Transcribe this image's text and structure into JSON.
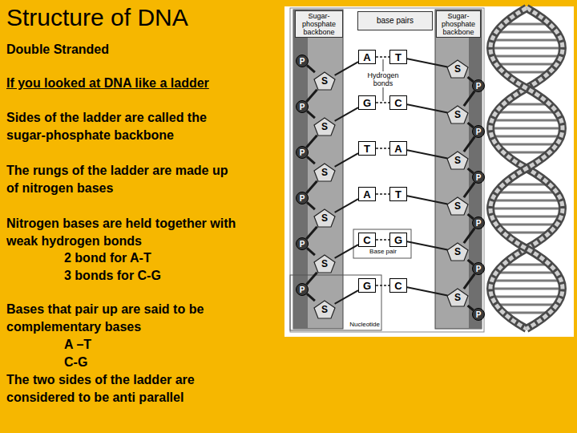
{
  "diagram": {
    "title": "Structure of DNA",
    "nodes": [
      {
        "text": [
          "Sugar-phosphate backbone"
        ]
      },
      {
        "text": [
          "base pairs"
        ]
      },
      {
        "text": [
          "Sugar-phosphate backbone"
        ]
      },
      {
        "text": [
          "P"
        ]
      },
      {
        "text": [
          "S"
        ]
      },
      {
        "text": [
          "A"
        ]
      },
      {
        "text": [
          "T"
        ]
      },
      {
        "text": [
          "S"
        ]
      },
      {
        "text": [
          "P"
        ]
      },
      {
        "text": [
          "P"
        ]
      },
      {
        "text": [
          "S"
        ]
      },
      {
        "text": [
          "G"
        ]
      },
      {
        "text": [
          "C"
        ]
      },
      {
        "text": [
          "S"
        ]
      },
      {
        "text": [
          "P"
        ]
      },
      {
        "text": [
          "P"
        ]
      },
      {
        "text": [
          "S"
        ]
      },
      {
        "text": [
          "T"
        ]
      },
      {
        "text": [
          "A"
        ]
      },
      {
        "text": [
          "S"
        ]
      },
      {
        "text": [
          "P"
        ]
      },
      {
        "text": [
          "P"
        ]
      },
      {
        "text": [
          "S"
        ]
      },
      {
        "text": [
          "A"
        ]
      },
      {
        "text": [
          "T"
        ]
      },
      {
        "text": [
          "S"
        ]
      },
      {
        "text": [
          "P"
        ]
      },
      {
        "text": [
          "P"
        ]
      },
      {
        "text": [
          "S"
        ]
      },
      {
        "text": [
          "C"
        ]
      },
      {
        "text": [
          "G"
        ]
      },
      {
        "text": [
          "S"
        ]
      },
      {
        "text": [
          "P"
        ]
      },
      {
        "text": [
          "P"
        ]
      },
      {
        "text": [
          "S"
        ]
      },
      {
        "text": [
          "G"
        ]
      },
      {
        "text": [
          "C"
        ]
      },
      {
        "text": [
          "S"
        ]
      },
      {
        "text": [
          "P"
        ]
      }
    ],
    "edges": [
      {
        "from": 3,
        "to": 4,
        "arrow": "none"
      },
      {
        "from": 4,
        "to": 5,
        "arrow": "none"
      },
      {
        "from": 5,
        "to": 6,
        "arrow": "none"
      },
      {
        "from": 6,
        "to": 7,
        "arrow": "none"
      },
      {
        "from": 7,
        "to": 8,
        "arrow": "none"
      },
      {
        "from": 4,
        "to": 9,
        "arrow": "none"
      },
      {
        "from": 8,
        "to": 13,
        "arrow": "none"
      },
      {
        "from": 9,
        "to": 10,
        "arrow": "none"
      },
      {
        "from": 10,
        "to": 11,
        "arrow": "none"
      },
      {
        "from": 11,
        "to": 12,
        "arrow": "none"
      },
      {
        "from": 12,
        "to": 13,
        "arrow": "none"
      },
      {
        "from": 13,
        "to": 14,
        "arrow": "none"
      },
      {
        "from": 10,
        "to": 15,
        "arrow": "none"
      },
      {
        "from": 14,
        "to": 19,
        "arrow": "none"
      },
      {
        "from": 15,
        "to": 16,
        "arrow": "none"
      },
      {
        "from": 16,
        "to": 17,
        "arrow": "none"
      },
      {
        "from": 17,
        "to": 18,
        "arrow": "none"
      },
      {
        "from": 18,
        "to": 19,
        "arrow": "none"
      },
      {
        "from": 19,
        "to": 20,
        "arrow": "none"
      },
      {
        "from": 16,
        "to": 21,
        "arrow": "none"
      },
      {
        "from": 20,
        "to": 25,
        "arrow": "none"
      },
      {
        "from": 21,
        "to": 22,
        "arrow": "none"
      },
      {
        "from": 22,
        "to": 23,
        "arrow": "none"
      },
      {
        "from": 23,
        "to": 24,
        "arrow": "none"
      },
      {
        "from": 24,
        "to": 25,
        "arrow": "none"
      },
      {
        "from": 25,
        "to": 26,
        "arrow": "none"
      },
      {
        "from": 22,
        "to": 27,
        "arrow": "none"
      },
      {
        "from": 26,
        "to": 31,
        "arrow": "none"
      },
      {
        "from": 27,
        "to": 28,
        "arrow": "none"
      },
      {
        "from": 28,
        "to": 29,
        "arrow": "none"
      },
      {
        "from": 29,
        "to": 30,
        "arrow": "none"
      },
      {
        "from": 30,
        "to": 31,
        "arrow": "none"
      },
      {
        "from": 31,
        "to": 32,
        "arrow": "none"
      },
      {
        "from": 28,
        "to": 33,
        "arrow": "none"
      },
      {
        "from": 32,
        "to": 37,
        "arrow": "none"
      },
      {
        "from": 33,
        "to": 34,
        "arrow": "none"
      },
      {
        "from": 34,
        "to": 35,
        "arrow": "none"
      },
      {
        "from": 35,
        "to": 36,
        "arrow": "none"
      },
      {
        "from": 36,
        "to": 37,
        "arrow": "none"
      },
      {
        "from": 37,
        "to": 38,
        "arrow": "none"
      }
    ],
    "labels": [
      "Double Stranded",
      "If you looked at DNA like a ladder",
      "Sides of the ladder are called the sugar-phosphate backbone",
      "The rungs of the ladder are made up of nitrogen bases",
      "Nitrogen bases are held together with weak hydrogen bonds",
      "2 bond for A-T",
      "3 bonds for C-G",
      "Bases that pair up are said to be complementary bases",
      "A –T",
      "C-G",
      "The two sides of the ladder are considered to be anti parallel",
      "Hydrogen bonds",
      "Base pair",
      "Nucleotide"
    ]
  }
}
